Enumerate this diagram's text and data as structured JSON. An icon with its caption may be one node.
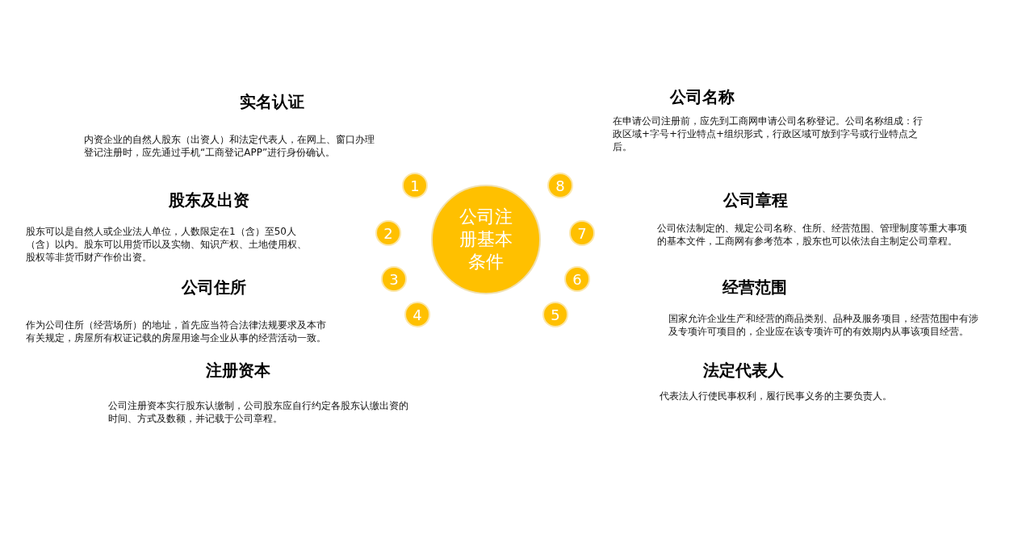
{
  "diagram": {
    "nodes": [
      {
        "text": [
          "公司注册基本条件"
        ]
      },
      {
        "text": [
          "1"
        ]
      },
      {
        "text": [
          "2"
        ]
      },
      {
        "text": [
          "3"
        ]
      },
      {
        "text": [
          "4"
        ]
      },
      {
        "text": [
          "5"
        ]
      },
      {
        "text": [
          "6"
        ]
      },
      {
        "text": [
          "7"
        ]
      },
      {
        "text": [
          "8"
        ]
      }
    ],
    "edges": [],
    "labels": [
      "实名认证",
      "内资企业的自然人股东（出资人）和法定代表人，在网上、窗口办理登记注册时，应先通过手机“工商登记APP”进行身份确认。",
      "股东及出资",
      "股东可以是自然人或企业法人单位，人数限定在1（含）至50人（含）以内。股东可以用货币以及实物、知识产权、土地使用权、股权等非货币财产作价出资。",
      "公司住所",
      "作为公司住所（经营场所）的地址，首先应当符合法律法规要求及本市有关规定，房屋所有权证记载的房屋用途与企业从事的经营活动一致。",
      "注册资本",
      "公司注册资本实行股东认缴制，公司股东应自行约定各股东认缴出资的时间、方式及数额，并记载于公司章程。",
      "公司名称",
      "在申请公司注册前，应先到工商网申请公司名称登记。公司名称组成：行政区域+字号+行业特点+组织形式，行政区域可放到字号或行业特点之后。",
      "公司章程",
      "公司依法制定的、规定公司名称、住所、经营范围、管理制度等重大事项的基本文件，工商网有参考范本，股东也可以依法自主制定公司章程。",
      "经营范围",
      "国家允许企业生产和经营的商品类别、品种及服务项目，经营范围中有涉及专项许可项目的，企业应在该专项许可的有效期内从事该项目经营。",
      "法定代表人",
      "代表法人行使民事权利，履行民事义务的主要负责人。"
    ]
  }
}
